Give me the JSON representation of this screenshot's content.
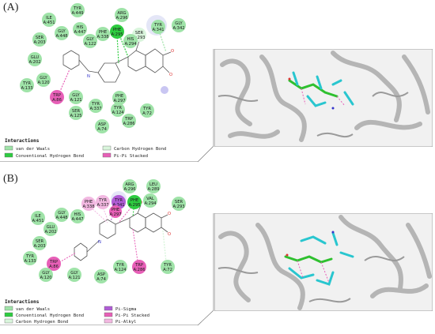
{
  "panels": [
    {
      "label": "(A)",
      "residues": [
        {
          "name": "TYR",
          "num": "A:449"
        },
        {
          "name": "ILE",
          "num": "A:451"
        },
        {
          "name": "GLY",
          "num": "A:448"
        },
        {
          "name": "HIS",
          "num": "A:447"
        },
        {
          "name": "SER",
          "num": "A:203"
        },
        {
          "name": "PHE",
          "num": "A:338"
        },
        {
          "name": "GLY",
          "num": "A:122"
        },
        {
          "name": "PHE",
          "num": "A:295"
        },
        {
          "name": "ARG",
          "num": "A:296"
        },
        {
          "name": "SER",
          "num": "A:293"
        },
        {
          "name": "HIS",
          "num": "A:294"
        },
        {
          "name": "TYR",
          "num": "A:341"
        },
        {
          "name": "GLY",
          "num": "A:342"
        },
        {
          "name": "GLU",
          "num": "A:202"
        },
        {
          "name": "GLY",
          "num": "A:120"
        },
        {
          "name": "TYR",
          "num": "A:133"
        },
        {
          "name": "TRP",
          "num": "A:86"
        },
        {
          "name": "GLY",
          "num": "A:121"
        },
        {
          "name": "SER",
          "num": "A:125"
        },
        {
          "name": "TYR",
          "num": "A:337"
        },
        {
          "name": "PHE",
          "num": "A:297"
        },
        {
          "name": "TYR",
          "num": "A:124"
        },
        {
          "name": "TYR",
          "num": "A:72"
        },
        {
          "name": "ASP",
          "num": "A:74"
        },
        {
          "name": "TRP",
          "num": "A:286"
        }
      ],
      "legend": {
        "title": "Interactions",
        "items": [
          {
            "label": "van der Waals",
            "color": "#9fe3a8"
          },
          {
            "label": "Conventional Hydrogen Bond",
            "color": "#2ecc40"
          },
          {
            "label": "Carbon Hydrogen Bond",
            "color": "#d9f5dc"
          },
          {
            "label": "Pi-Pi Stacked",
            "color": "#e75fb7"
          }
        ]
      }
    },
    {
      "label": "(B)",
      "residues": [
        {
          "name": "ARG",
          "num": "A:296"
        },
        {
          "name": "LEU",
          "num": "A:289"
        },
        {
          "name": "ILE",
          "num": "A:451"
        },
        {
          "name": "GLY",
          "num": "A:448"
        },
        {
          "name": "HIS",
          "num": "A:447"
        },
        {
          "name": "PHE",
          "num": "A:338"
        },
        {
          "name": "TYR",
          "num": "A:337"
        },
        {
          "name": "TYR",
          "num": "A:341"
        },
        {
          "name": "PHE",
          "num": "A:297"
        },
        {
          "name": "PHE",
          "num": "A:295"
        },
        {
          "name": "VAL",
          "num": "A:294"
        },
        {
          "name": "SER",
          "num": "A:293"
        },
        {
          "name": "GLU",
          "num": "A:202"
        },
        {
          "name": "SER",
          "num": "A:203"
        },
        {
          "name": "TYR",
          "num": "A:133"
        },
        {
          "name": "TRP",
          "num": "A:86"
        },
        {
          "name": "GLY",
          "num": "A:120"
        },
        {
          "name": "GLY",
          "num": "A:121"
        },
        {
          "name": "ASP",
          "num": "A:74"
        },
        {
          "name": "TYR",
          "num": "A:124"
        },
        {
          "name": "TRP",
          "num": "A:286"
        },
        {
          "name": "TYR",
          "num": "A:72"
        }
      ],
      "legend": {
        "title": "Interactions",
        "items": [
          {
            "label": "van der Waals",
            "color": "#9fe3a8"
          },
          {
            "label": "Conventional Hydrogen Bond",
            "color": "#2ecc40"
          },
          {
            "label": "Carbon Hydrogen Bond",
            "color": "#d9f5dc"
          },
          {
            "label": "Pi-Sigma",
            "color": "#b05cd6"
          },
          {
            "label": "Pi-Pi Stacked",
            "color": "#e75fb7"
          },
          {
            "label": "Pi-Alkyl",
            "color": "#f2b8e1"
          }
        ]
      }
    }
  ],
  "colors": {
    "vdw": "#9fe3a8",
    "hbond": "#2ecc40",
    "chbond": "#d9f5dc",
    "pisigma": "#b05cd6",
    "pipi": "#e75fb7",
    "pialkyl": "#f2b8e1"
  }
}
